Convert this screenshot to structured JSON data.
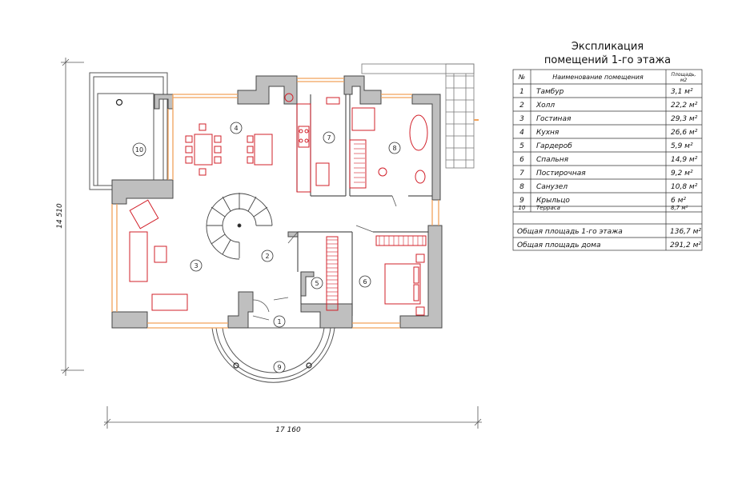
{
  "legend": {
    "title_line1": "Экспликация",
    "title_line2": "помещений  1-го этажа",
    "col_num": "№",
    "col_name": "Наименование помещения",
    "col_area_line1": "Площадь,",
    "col_area_line2": "м2",
    "rows": [
      {
        "num": "1",
        "name": "Тамбур",
        "area": "3,1 м²"
      },
      {
        "num": "2",
        "name": "Холл",
        "area": "22,2 м²"
      },
      {
        "num": "3",
        "name": "Гостиная",
        "area": "29,3 м²"
      },
      {
        "num": "4",
        "name": "Кухня",
        "area": "26,6 м²"
      },
      {
        "num": "5",
        "name": "Гардероб",
        "area": "5,9 м²"
      },
      {
        "num": "6",
        "name": "Спальня",
        "area": "14,9 м²"
      },
      {
        "num": "7",
        "name": "Постирочная",
        "area": "9,2 м²"
      },
      {
        "num": "8",
        "name": "Санузел",
        "area": "10,8 м²"
      },
      {
        "num": "9",
        "name": "Крыльцо",
        "area": "6 м²"
      },
      {
        "num": "10",
        "name": "Терраса",
        "area": "8,7 м²"
      }
    ],
    "total_floor_label": "Общая площадь 1-го этажа",
    "total_floor_value": "136,7 м²",
    "total_house_label": "Общая площадь дома",
    "total_house_value": "291,2 м²"
  },
  "dimensions": {
    "width": "17 160",
    "height": "14 510"
  },
  "room_markers": [
    "1",
    "2",
    "3",
    "4",
    "5",
    "6",
    "7",
    "8",
    "9",
    "10"
  ],
  "colors": {
    "wall_fill": "#bfbfbf",
    "wall_outline": "#444444",
    "window": "#f2a25a",
    "furniture": "#d2202a",
    "line": "#555555"
  }
}
